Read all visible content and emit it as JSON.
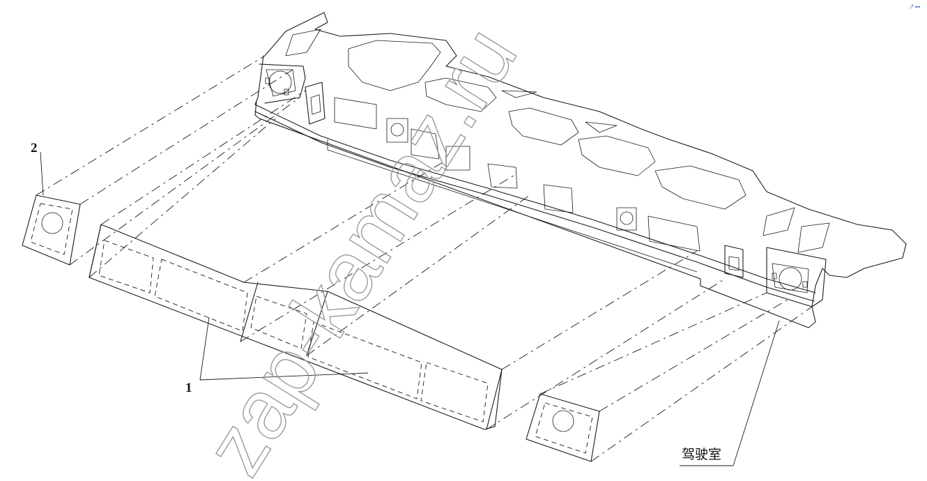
{
  "labels": {
    "callout_1": "1",
    "callout_2": "2",
    "cabin": "驾驶室"
  },
  "watermark": "zap-kamaz.ru",
  "corner_mark": "₀ᴾ ▪▪▪",
  "colors": {
    "line": "#1a1a1a",
    "watermark": "#9a9a9a",
    "background": "#ffffff"
  }
}
